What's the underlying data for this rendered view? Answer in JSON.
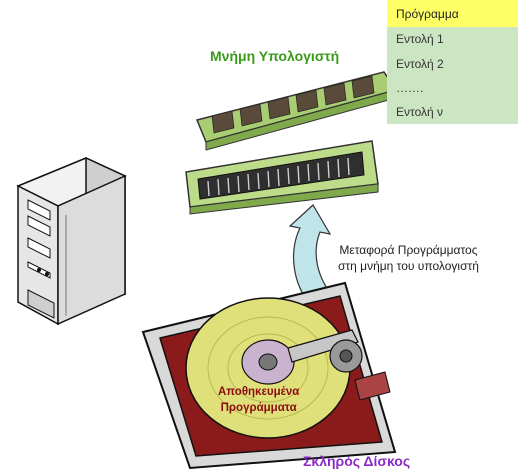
{
  "program_box": {
    "header": "Πρόγραμμα",
    "rows": [
      "Εντολή 1",
      "Εντολή 2",
      "…….",
      "Εντολή ν"
    ]
  },
  "labels": {
    "memory": "Μνήμη Υπολογιστή",
    "transfer_line1": "Μεταφορά Προγράμματος",
    "transfer_line2": "στη μνήμη του υπολογιστή",
    "stored_line1": "Αποθηκευμένα",
    "stored_line2": "Προγράμματα",
    "disk": "Σκληρός Δίσκος"
  },
  "colors": {
    "program_header_bg": "#ffff66",
    "program_rows_bg": "#cce6c3",
    "memory_label": "#3a9a1a",
    "disk_label": "#8a2bc4",
    "stored_label": "#8b0d12",
    "arrow_fill": "#bfe4ea",
    "ram_board": "#b5d67e",
    "disk_platter": "#e0e07a"
  },
  "icons": [
    "computer-tower-icon",
    "ram-module-icon",
    "hard-disk-icon",
    "curved-up-arrow-icon"
  ]
}
